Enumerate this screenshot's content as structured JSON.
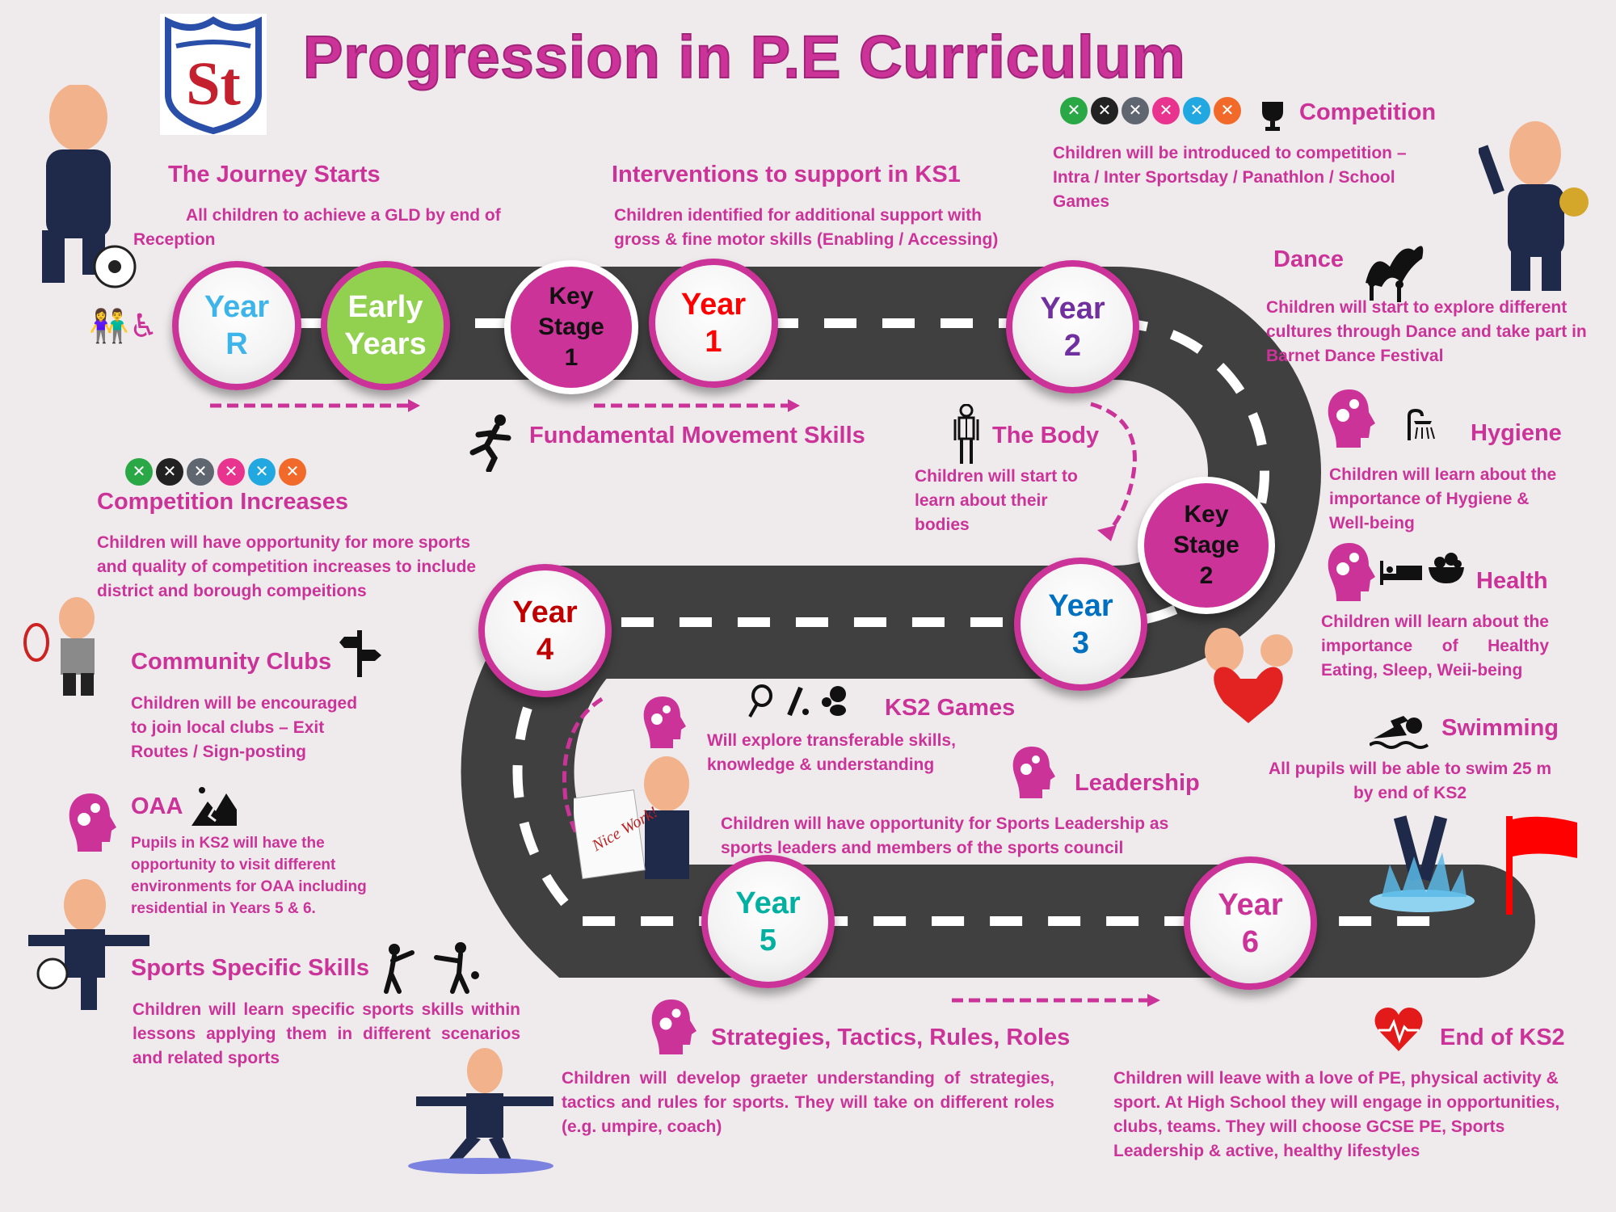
{
  "header": {
    "title": "Progression in P.E Curriculum",
    "logo_text": "St"
  },
  "colors": {
    "accent": "#cc3399",
    "road": "#404040",
    "road_marking": "#ffffff",
    "early_years_green": "#92d050",
    "flag_red": "#ff0000",
    "year_r": "#3db5ea",
    "year_1": "#ff0000",
    "year_2": "#7030a0",
    "year_3": "#0070c0",
    "year_4": "#c00000",
    "year_5": "#00b0a0",
    "year_6": "#cc3399"
  },
  "milestones": [
    {
      "id": "year-r",
      "line1": "Year",
      "line2": "R"
    },
    {
      "id": "early-years",
      "line1": "Early",
      "line2": "Years"
    },
    {
      "id": "ks1",
      "line1": "Key",
      "line2": "Stage",
      "line3": "1"
    },
    {
      "id": "year-1",
      "line1": "Year",
      "line2": "1"
    },
    {
      "id": "year-2",
      "line1": "Year",
      "line2": "2"
    },
    {
      "id": "ks2",
      "line1": "Key",
      "line2": "Stage",
      "line3": "2"
    },
    {
      "id": "year-3",
      "line1": "Year",
      "line2": "3"
    },
    {
      "id": "year-4",
      "line1": "Year",
      "line2": "4"
    },
    {
      "id": "year-5",
      "line1": "Year",
      "line2": "5"
    },
    {
      "id": "year-6",
      "line1": "Year",
      "line2": "6"
    }
  ],
  "sections": {
    "journey": {
      "heading": "The Journey Starts",
      "text": "All children to achieve a GLD by end of Reception"
    },
    "interventions": {
      "heading": "Interventions to support in KS1",
      "text": "Children identified for additional support with gross & fine motor skills (Enabling / Accessing)"
    },
    "competition": {
      "heading": "Competition",
      "text": "Children will be introduced to competition – Intra / Inter Sportsday / Panathlon / School Games"
    },
    "dance": {
      "heading": "Dance",
      "text": "Children will start to explore different cultures through Dance and take part in Barnet Dance Festival"
    },
    "fms": {
      "heading": "Fundamental Movement Skills"
    },
    "body": {
      "heading": "The Body",
      "text": "Children will start to learn about their bodies"
    },
    "hygiene": {
      "heading": "Hygiene",
      "text": "Children will learn about the importance of Hygiene & Well-being"
    },
    "health": {
      "heading": "Health",
      "text": "Children will learn about the importance of Healthy Eating, Sleep, Weii-being"
    },
    "competition_increases": {
      "heading": "Competition Increases",
      "text": "Children will have opportunity for more sports and quality of competition increases to include district and borough compeitions"
    },
    "community_clubs": {
      "heading": "Community Clubs",
      "text": "Children will be encouraged to join local clubs – Exit Routes / Sign-posting"
    },
    "ks2_games": {
      "heading": "KS2 Games",
      "text": "Will explore transferable skills, knowledge & understanding"
    },
    "leadership": {
      "heading": "Leadership",
      "text": "Children will have opportunity for Sports Leadership as sports leaders and members of the sports council"
    },
    "swimming": {
      "heading": "Swimming",
      "text": "All pupils will be able to swim 25 m by end of KS2"
    },
    "oaa": {
      "heading": "OAA",
      "text": "Pupils in KS2 will have the opportunity to visit different environments for OAA including residential in Years 5 & 6."
    },
    "sports_specific": {
      "heading": "Sports Specific Skills",
      "text": "Children will learn specific sports skills within lessons applying them in different scenarios and related sports"
    },
    "strategies": {
      "heading": "Strategies, Tactics, Rules, Roles",
      "text": "Children will develop graeter understanding of strategies, tactics and rules for sports. They will take on different roles (e.g. umpire, coach)"
    },
    "end_ks2": {
      "heading": "End of KS2",
      "text": "Children will leave with a love of PE, physical activity & sport. At High School they will engage in opportunities, clubs, teams. They will choose GCSE PE, Sports Leadership & active, healthy lifestyles"
    }
  },
  "badge_colors": [
    "#2aa845",
    "#222222",
    "#5f6670",
    "#e8348e",
    "#21a8e1",
    "#f26a2a"
  ],
  "sign_text": "Nice Work!"
}
